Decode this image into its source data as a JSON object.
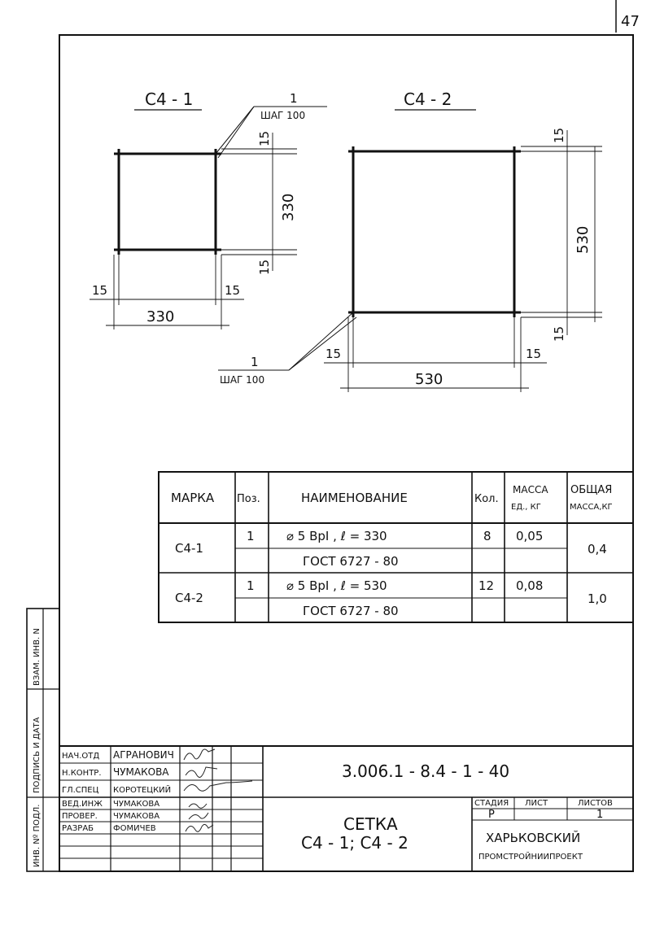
{
  "page_number": "47",
  "drawings": {
    "c41": {
      "mark": "С4 - 1",
      "callout_pos": "1",
      "callout_step": "ШАГ 100",
      "dim_height": "330",
      "dim_width": "330",
      "dim_top": "15",
      "dim_bottom": "15",
      "dim_left": "15",
      "dim_right": "15"
    },
    "c42": {
      "mark": "С4 - 2",
      "callout_pos": "1",
      "callout_step": "ШАГ 100",
      "dim_height": "530",
      "dim_width": "530",
      "dim_top": "15",
      "dim_bottom": "15",
      "dim_left": "15",
      "dim_right": "15"
    }
  },
  "spec_table": {
    "headers": {
      "mark": "МАРКА",
      "pos": "Поз.",
      "name": "НАИМЕНОВАНИЕ",
      "qty": "Кол.",
      "mass_unit_1": "МАССА",
      "mass_unit_2": "ЕД., КГ",
      "mass_total_1": "ОБЩАЯ",
      "mass_total_2": "МАССА,КГ"
    },
    "rows": [
      {
        "mark": "С4-1",
        "pos": "1",
        "name": "⌀ 5 ВрI , ℓ = 330",
        "std": "ГОСТ 6727 - 80",
        "qty": "8",
        "mass_unit": "0,05",
        "mass_total": "0,4"
      },
      {
        "mark": "С4-2",
        "pos": "1",
        "name": "⌀ 5 ВрI , ℓ = 530",
        "std": "ГОСТ 6727 - 80",
        "qty": "12",
        "mass_unit": "0,08",
        "mass_total": "1,0"
      }
    ]
  },
  "side_stamp": {
    "vzam": "ВЗАМ. ИНВ. N",
    "podpis": "ПОДПИСЬ И ДАТА",
    "inv": "ИНВ. Nº ПОДЛ."
  },
  "title_block": {
    "roles": [
      {
        "role": "НАЧ.ОТД",
        "name": "АГРАНОВИЧ"
      },
      {
        "role": "Н.КОНТР.",
        "name": "ЧУМАКОВА"
      },
      {
        "role": "ГЛ.СПЕЦ",
        "name": "КОРОТЕЦКИЙ"
      },
      {
        "role": "ВЕД.ИНЖ",
        "name": "ЧУМАКОВА"
      },
      {
        "role": "ПРОВЕР.",
        "name": "ЧУМАКОВА"
      },
      {
        "role": "РАЗРАБ",
        "name": "ФОМИЧЕВ"
      }
    ],
    "doc_code": "3.006.1 - 8.4 - 1 - 40",
    "title_line1": "СЕТКА",
    "title_line2": "С4 - 1; С4 - 2",
    "stage_label": "СТАДИЯ",
    "sheet_label": "ЛИСТ",
    "sheets_label": "ЛИСТОВ",
    "stage_value": "Р",
    "sheet_value": "",
    "sheets_value": "1",
    "org_line1": "ХАРЬКОВСКИЙ",
    "org_line2": "ПРОМСТРОЙНИИПРОЕКТ"
  }
}
